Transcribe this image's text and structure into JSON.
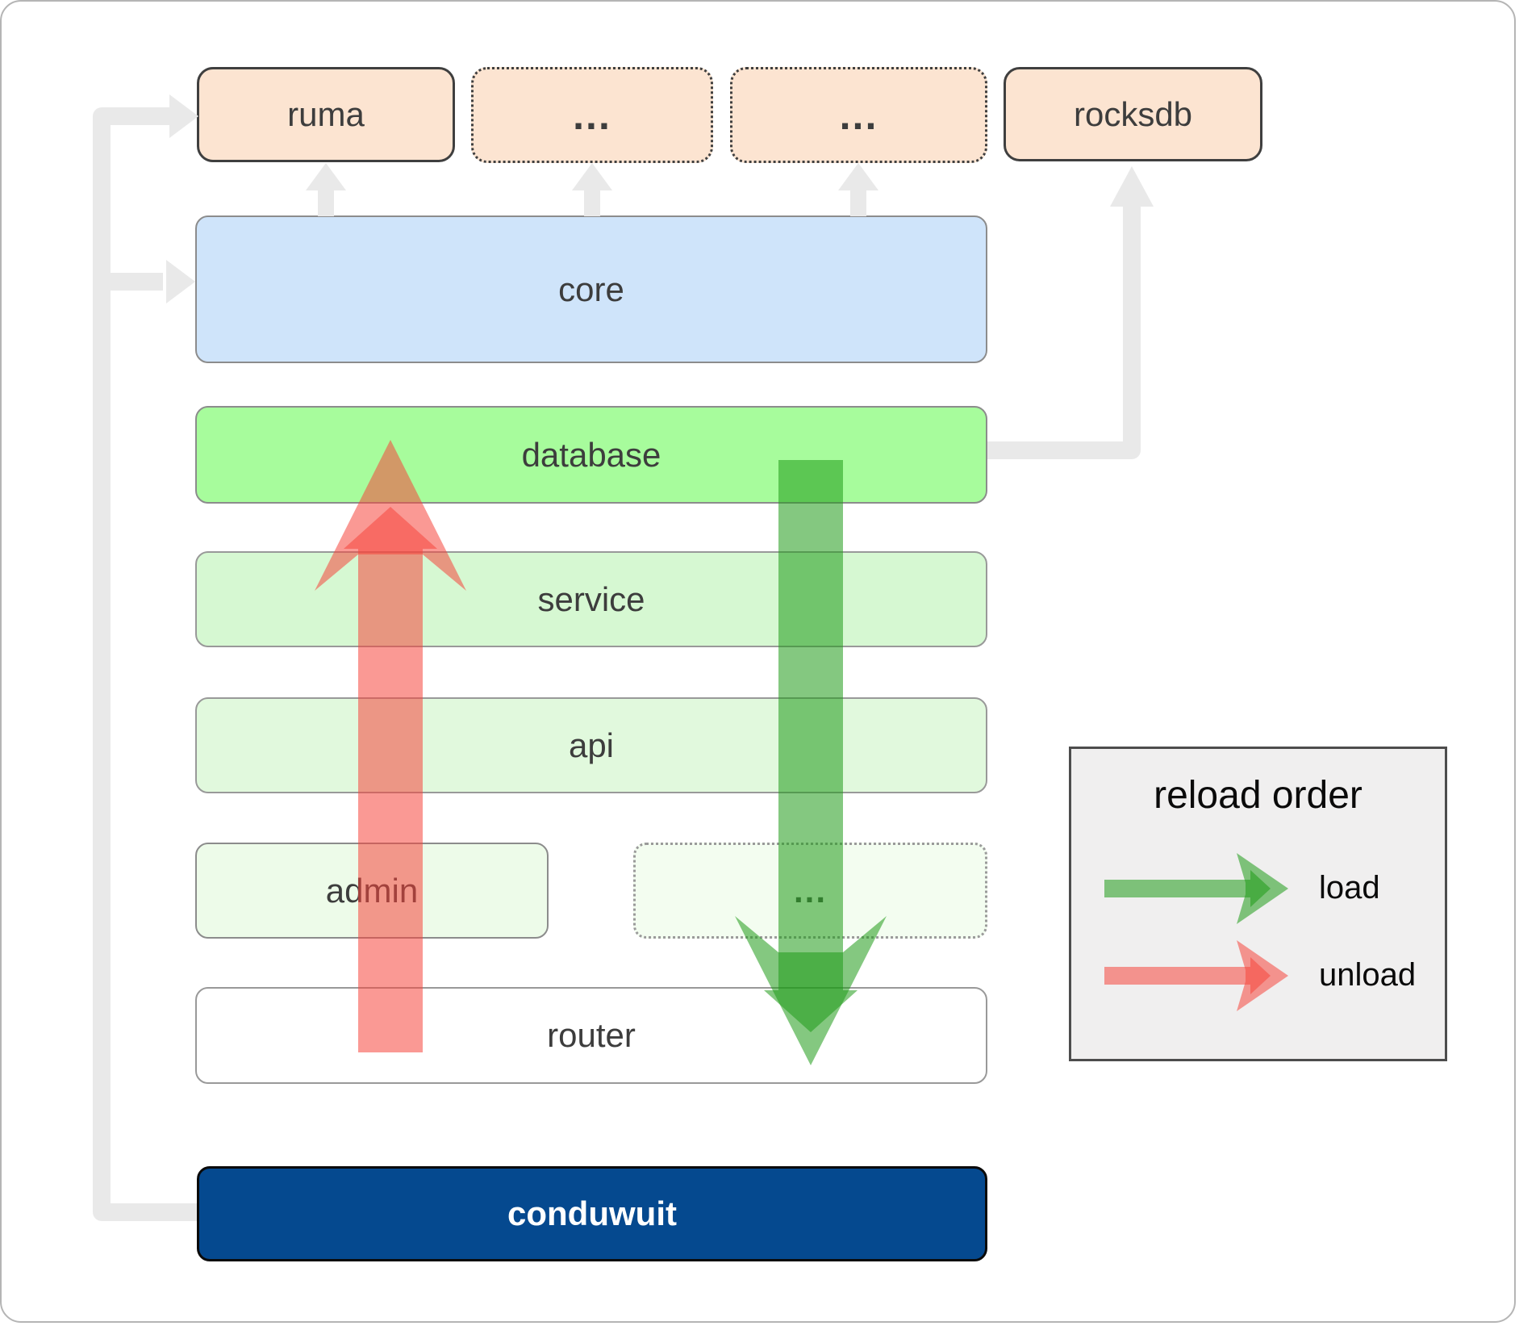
{
  "nodes": {
    "ruma": {
      "label": "ruma"
    },
    "ellipsis_a": {
      "label": "..."
    },
    "ellipsis_b": {
      "label": "..."
    },
    "rocksdb": {
      "label": "rocksdb"
    },
    "core": {
      "label": "core"
    },
    "database": {
      "label": "database"
    },
    "service": {
      "label": "service"
    },
    "api": {
      "label": "api"
    },
    "admin": {
      "label": "admin"
    },
    "ellipsis_c": {
      "label": "..."
    },
    "router": {
      "label": "router"
    },
    "conduwuit": {
      "label": "conduwuit"
    }
  },
  "legend": {
    "title": "reload order",
    "load_label": "load",
    "unload_label": "unload"
  },
  "colors": {
    "peach": "#fce4d1",
    "core_blue": "#cfe4fa",
    "database_green": "#a7fc9c",
    "service_green": "#d6f8d2",
    "api_green": "#e1f9dd",
    "admin_green": "#edfbe9",
    "ellipsis_green": "#f3fdf0",
    "router_white": "#ffffff",
    "conduwuit_blue": "#05498f",
    "connector_gray": "#e9e9e9",
    "load_green": "#1f9a18",
    "unload_red": "#f5463c"
  }
}
